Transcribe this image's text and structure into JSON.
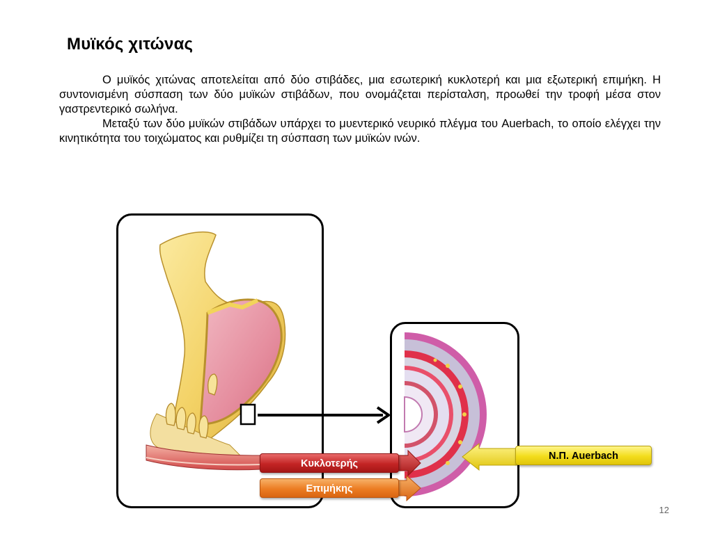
{
  "slide": {
    "title": "Μυϊκός χιτώνας",
    "paragraph_1": "Ο μυϊκός χιτώνας αποτελείται από δύο στιβάδες, μια εσωτερική κυκλοτερή και μια εξωτερική επιμήκη. Η συντονισμένη σύσπαση  των δύο μυϊκών στιβάδων, που ονομάζεται περίσταλση, προωθεί την τροφή μέσα στον γαστρεντερικό σωλήνα.",
    "paragraph_2": "Μεταξύ των δύο μυϊκών στιβάδων υπάρχει το μυεντερικό νευρικό πλέγμα του Auerbach, το οποίο ελέγχει την κινητικότητα του τοιχώματος και ρυθμίζει τη σύσπαση των μυϊκών ινών.",
    "page_number": "12"
  },
  "figure": {
    "label_circular": "Κυκλοτερής",
    "label_longitudinal": "Επιμήκης",
    "label_plexus": "Ν.Π. Auerbach",
    "colors": {
      "circular_label": "#c32424",
      "longitudinal_label": "#ec7c22",
      "plexus_label": "#f3dd1c",
      "intestine_outer": "#f5d86a",
      "intestine_inner": "#e8a0b0"
    }
  }
}
